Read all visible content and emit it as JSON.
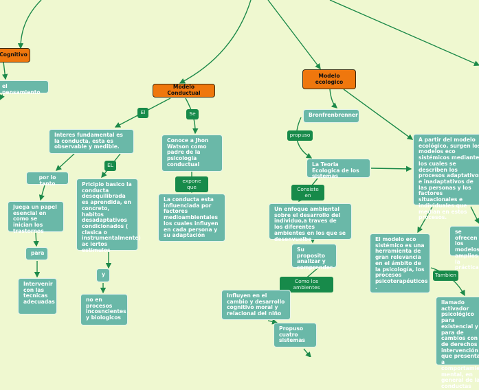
{
  "colors": {
    "background": "#eff8d0",
    "topic": "#6ab8a8",
    "main_topic": "#ef770d",
    "relation": "#178a4a",
    "connector": "#1d8a4a"
  },
  "nodes": {
    "cognitivo": "Cognitivo",
    "pensamiento": "el pensamiento",
    "conductual": "Modelo Conductual",
    "el": "El",
    "se": "Se",
    "interes": "Interes fundamental es la conducta, esta es observable y medible.",
    "conoce": "Conoce a Jhon Watson como padre de la psicologia conductual",
    "el2": "EL",
    "portanto": "por lo tanto",
    "expone": "expone que",
    "pricipio": "Pricipio basico la conducta desequilibrada es aprendida, en concreto, habitos desadaptativos condicionados ( clasica o instrumentalmente) ac iertos estimulos",
    "conducta_esta": "La conducta esta influenciada por factores medioambientales los cuales influyen en cada persona y su adaptación",
    "juega": "Juega un papel esencial en como se inician los trastornos",
    "para": "para",
    "y": "y",
    "intervenir": "Intervenir con las tecnicas adecuadas",
    "noen": "no en procesos incosncientes y biologicos",
    "ecologico": "Modelo ecologico",
    "bronf": "Bronfrenbrenner",
    "propuso": "propuso",
    "teoria": "La Teoria Ecologica de los sistemas",
    "apartir": "A partir del modelo ecológico, surgen los modelos eco sistémicos mediante los cuales se describen los procesos adaptativos e inadaptativos de las personas y los factores situacionales e individuales que median en estos procesos.",
    "consiste": "Consiste en",
    "enfoque": "Un enfoque ambiental sobre el desarrollo del individuo,a traves de los diferentes ambientes en los que se desenvuelbe",
    "proposito": "Su proposito analizar y comprender",
    "comoamb": "Como los ambientes",
    "influyen": "Influyen en el cambio y desarrollo cognitivo moral y relacional del niño",
    "cuatro": "Propuso cuatro sistemas",
    "ecosist": "El modelo eco sistémico es una herramienta de gran relevancia en el ámbito de la psicología, los procesos psicoterapéuticos .",
    "ofrece": "se ofrecen los modelos amplios y la práctica",
    "tambien": "Tambien",
    "llamado": "llamado activador psicológico para existencial y para de cambios con de derechos y intervención l que presenta a comportamiento mental, en general de las conductas"
  }
}
